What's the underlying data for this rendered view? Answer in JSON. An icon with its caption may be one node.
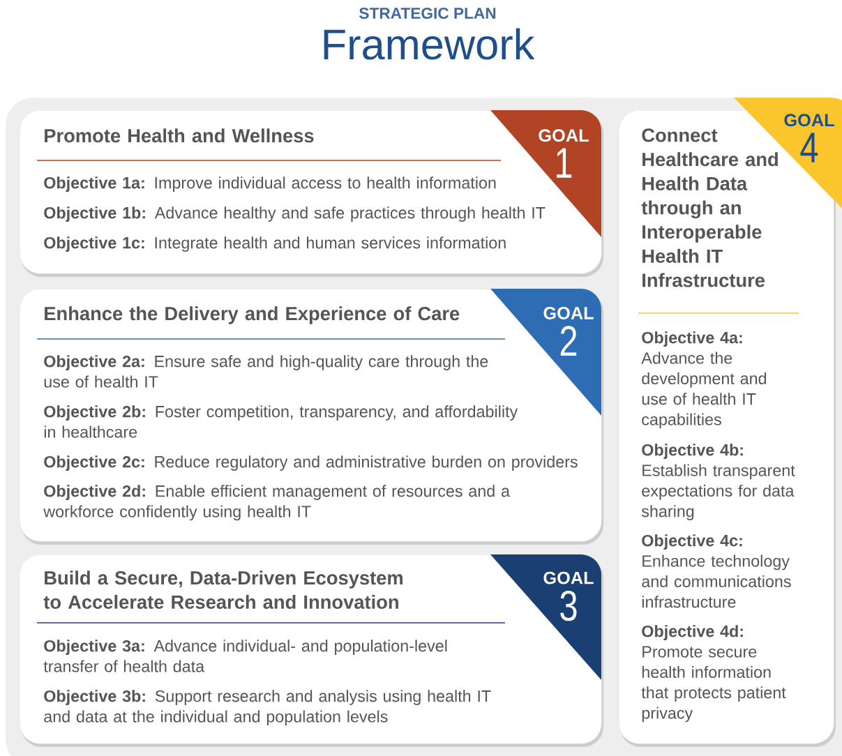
{
  "diagram": {
    "title": "Framework",
    "labels": [
      "STRATEGIC PLAN"
    ],
    "nodes": [
      {
        "text": [
          "Promote Health and Wellness",
          "**Objective 1a:** Improve individual access to health information",
          "**Objective 1b:** Advance healthy and safe practices through health IT",
          "**Objective 1c:** Integrate health and human services information"
        ]
      },
      {
        "text": [
          "GOAL",
          "1"
        ],
        "in": 0
      },
      {
        "text": [
          "Enhance the Delivery and Experience of Care",
          "**Objective 2a:** Ensure safe and high-quality care through the use of health IT",
          "**Objective 2b:** Foster competition, transparency, and affordability in healthcare",
          "**Objective 2c:** Reduce regulatory and administrative burden on providers",
          "**Objective 2d:** Enable efficient management of resources and a workforce confidently using health IT"
        ]
      },
      {
        "text": [
          "GOAL",
          "2"
        ],
        "in": 2
      },
      {
        "text": [
          "Build a Secure, Data-Driven Ecosystem to Accelerate Research and Innovation",
          "**Objective 3a:** Advance individual- and population-level transfer of health data",
          "**Objective 3b:** Support research and analysis using health IT and data at the individual and population levels"
        ]
      },
      {
        "text": [
          "GOAL",
          "3"
        ],
        "in": 4
      },
      {
        "text": [
          "Connect Healthcare and Health Data through an Interoperable Health IT Infrastructure",
          "**Objective 4a:** Advance the development and use of health IT capabilities",
          "**Objective 4b:** Establish transparent expectations for data sharing",
          "**Objective 4c:** Enhance technology and communications infrastructure",
          "**Objective 4d:** Promote secure health information that protects patient privacy"
        ]
      },
      {
        "text": [
          "GOAL",
          "4"
        ]
      }
    ]
  }
}
